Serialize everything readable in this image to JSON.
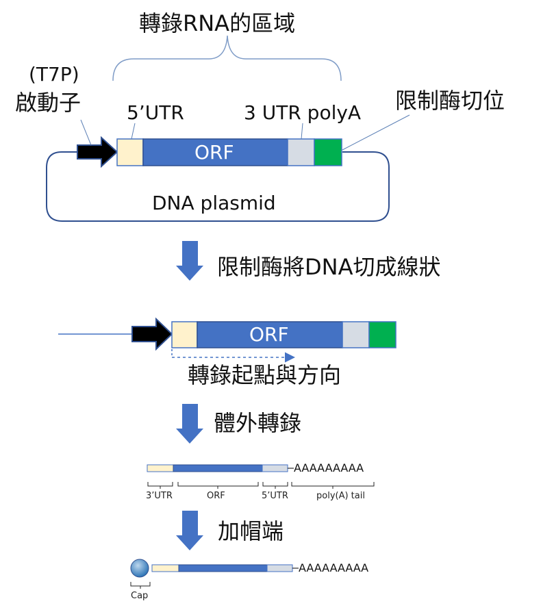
{
  "colors": {
    "orf": "#4472c4",
    "utr5": "#fff2cc",
    "utr3": "#d6dce4",
    "polya": "#00b050",
    "arrow": "#000000",
    "outline": "#2f4f8f",
    "step_arrow": "#4472c4",
    "cap": "#5b9bd5"
  },
  "labels": {
    "transcribed_region": "轉錄RNA的區域",
    "promoter_abbrev": "(T7P)",
    "promoter": "啟動子",
    "utr5": "5’UTR",
    "utr3_polya": "3 UTR polyA",
    "restriction_site": "限制酶切位",
    "orf": "ORF",
    "dna_plasmid": "DNA   plasmid",
    "step1": "限制酶將DNA切成線狀",
    "orf_linear": "ORF",
    "start_direction": "轉錄起點與方向",
    "step2": "體外轉錄",
    "rna_tail": "AAAAAAAAA",
    "rna_seg_3utr": "3’UTR",
    "rna_seg_orf": "ORF",
    "rna_seg_5utr": "5’UTR",
    "rna_seg_polya": "poly(A) tail",
    "step3": "加帽端",
    "capped_tail": "AAAAAAAAA",
    "cap": "Cap"
  }
}
